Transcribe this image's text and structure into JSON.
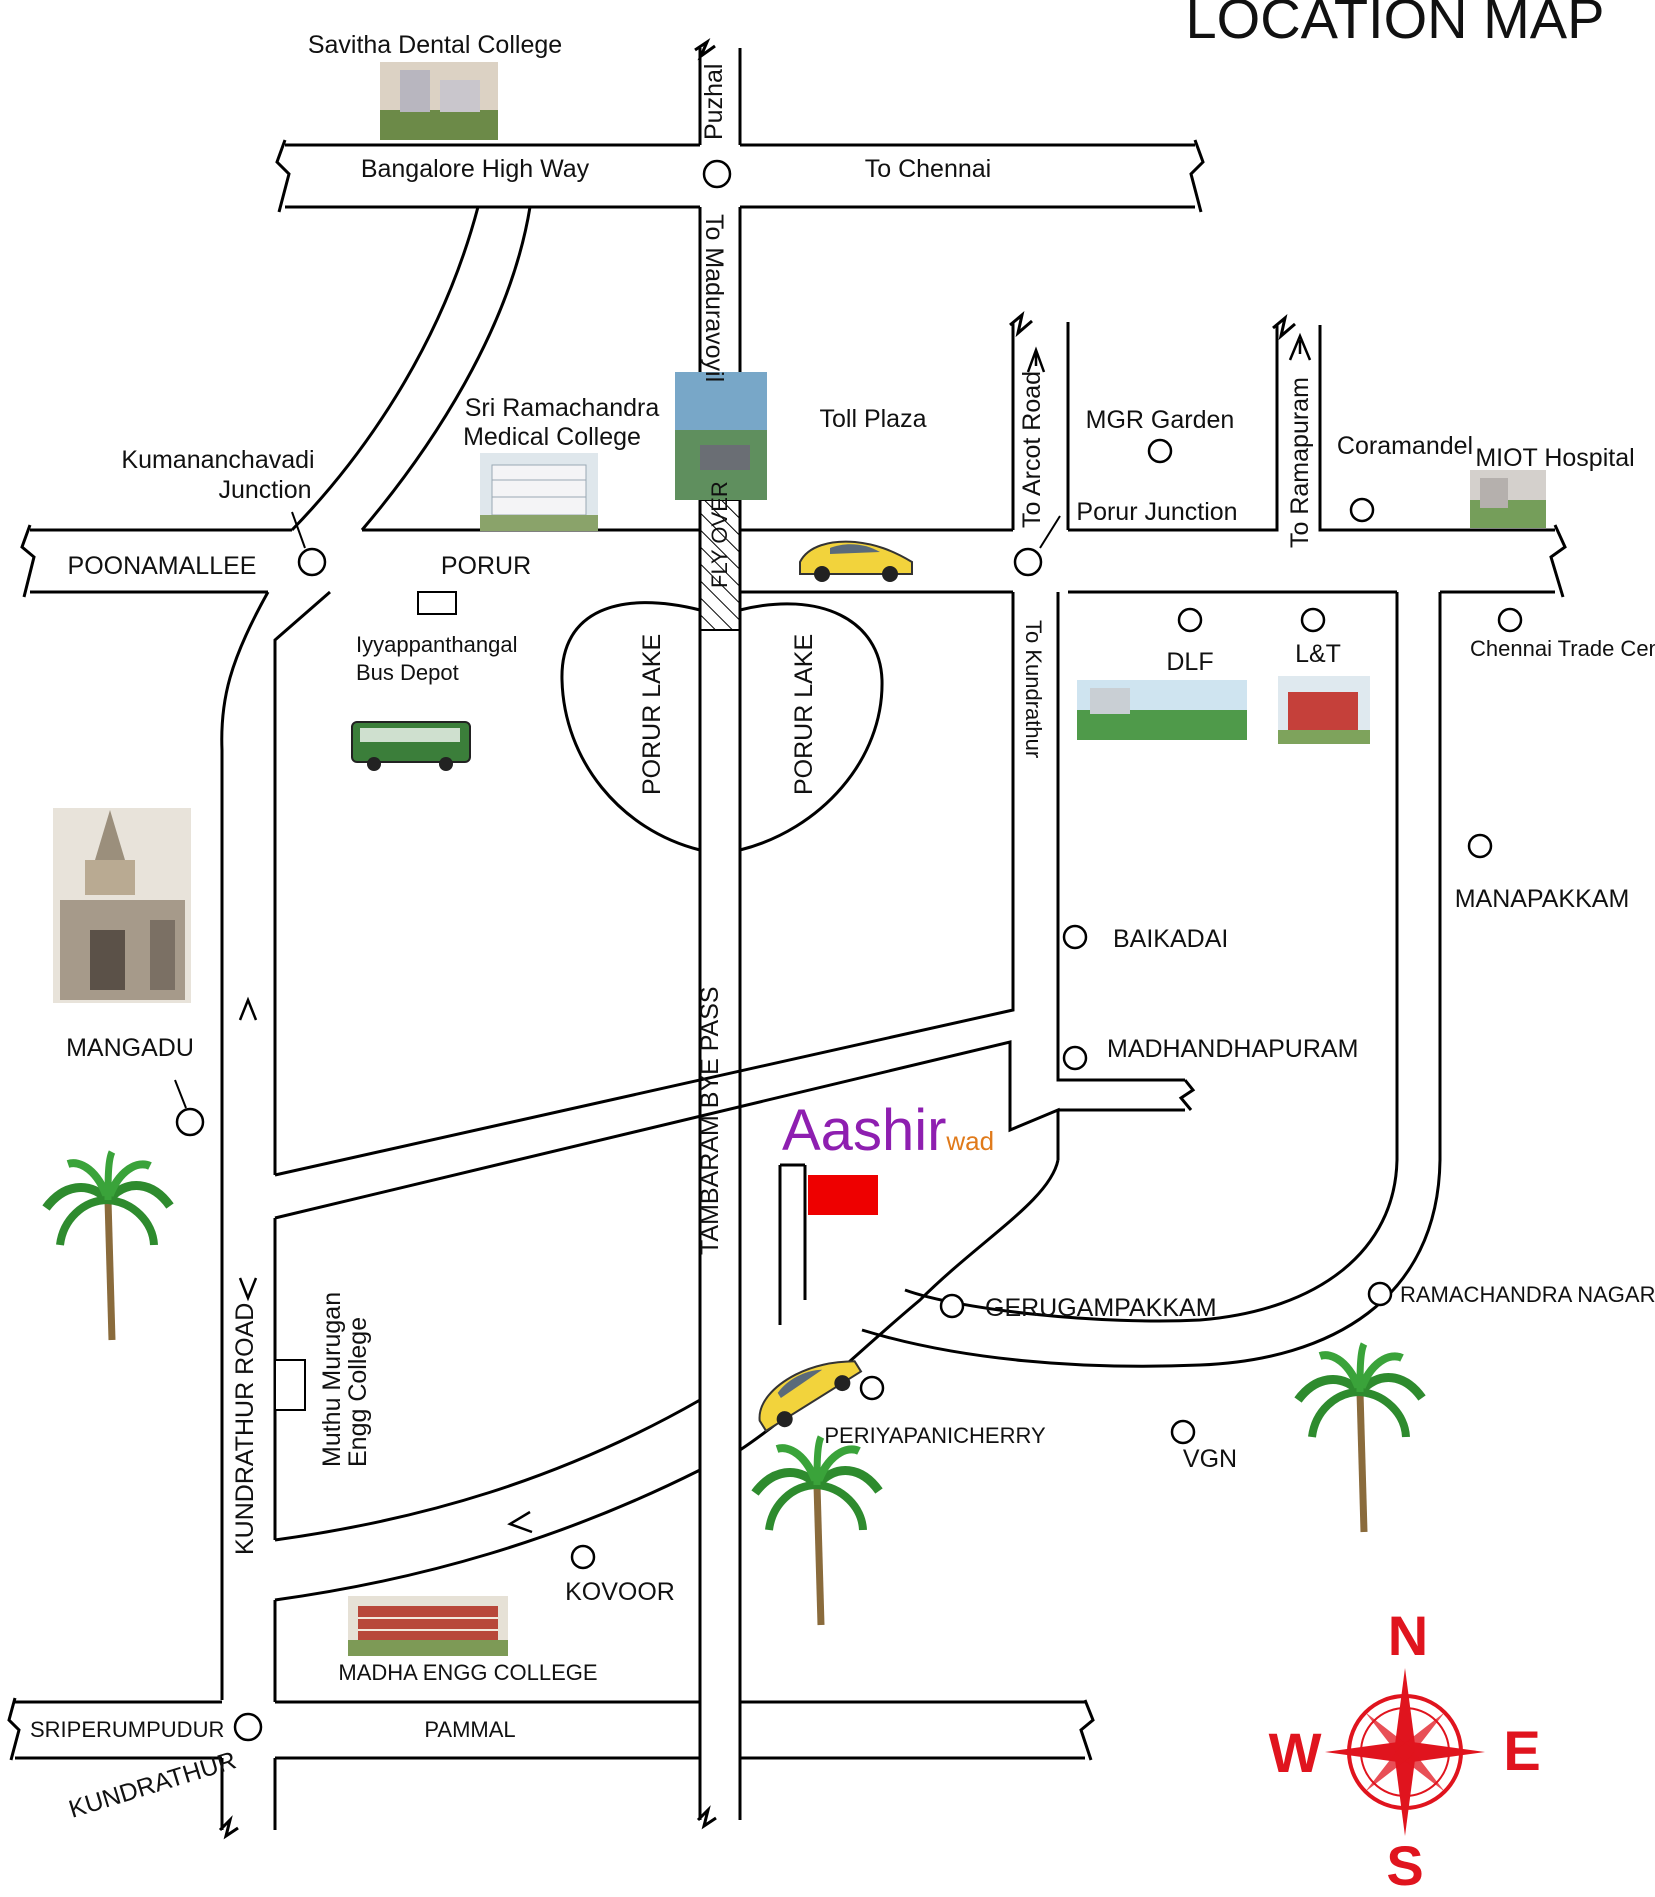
{
  "map": {
    "title": "LOCATION MAP",
    "roads": {
      "bangalore_highway": "Bangalore High Way",
      "to_chennai": "To Chennai",
      "puzhal": "Puzhal",
      "to_maduravoyil": "To Maduravoyil",
      "fly_over": "FLY OVER",
      "to_arcot_road": "To Arcot Road",
      "to_ramapuram": "To Ramapuram",
      "to_kundrathur": "To Kundrathur",
      "tambaram_bye_pass": "TAMBARAM BYE PASS",
      "kundrathur_road": "KUNDRATHUR ROAD"
    },
    "places": {
      "savitha": "Savitha Dental College",
      "sri_ramachandra_1": "Sri Ramachandra",
      "sri_ramachandra_2": "Medical College",
      "toll_plaza": "Toll Plaza",
      "mgr_garden": "MGR Garden",
      "coramandel": "Coramandel",
      "miot": "MIOT Hospital",
      "kumanan_1": "Kumananchavadi",
      "kumanan_2": "Junction",
      "poonamallee": "POONAMALLEE",
      "porur": "PORUR",
      "porur_junction": "Porur Junction",
      "iyyappan_1": "Iyyappanthangal",
      "iyyappan_2": "Bus Depot",
      "porur_lake_left": "PORUR LAKE",
      "porur_lake_right": "PORUR LAKE",
      "dlf": "DLF",
      "lt": "L&T",
      "chennai_trade": "Chennai Trade Cen",
      "manapakkam": "MANAPAKKAM",
      "baikadai": "BAIKADAI",
      "madhandhapuram": "MADHANDHAPURAM",
      "mangadu": "MANGADU",
      "gerugampakkam": "GERUGAMPAKKAM",
      "ramachandra_nagar": "RAMACHANDRA NAGAR",
      "periyapanicherry": "PERIYAPANICHERRY",
      "vgn": "VGN",
      "muthu_murugan_1": "Muthu Murugan",
      "muthu_murugan_2": "Engg College",
      "kovoor": "KOVOOR",
      "madha": "MADHA ENGG COLLEGE",
      "sriperumpudur": "SRIPERUMPUDUR",
      "pammal": "PAMMAL",
      "kundrathur": "KUNDRATHUR"
    },
    "brand": {
      "main": "Aashir",
      "suffix": "wad"
    },
    "compass": {
      "north": "N",
      "south": "S",
      "east": "E",
      "west": "W"
    },
    "colors": {
      "brand_main": "#8e1fb0",
      "brand_suffix": "#e07a1a",
      "site_marker": "#ee0000",
      "compass": "#e0141e",
      "lake_hatch": "#000000"
    },
    "icons": [
      "car-icon",
      "bus-icon",
      "palm-tree-icon",
      "temple-icon",
      "building-photo-icon",
      "compass-rose-icon",
      "direction-arrow-icon",
      "location-marker-icon"
    ]
  }
}
